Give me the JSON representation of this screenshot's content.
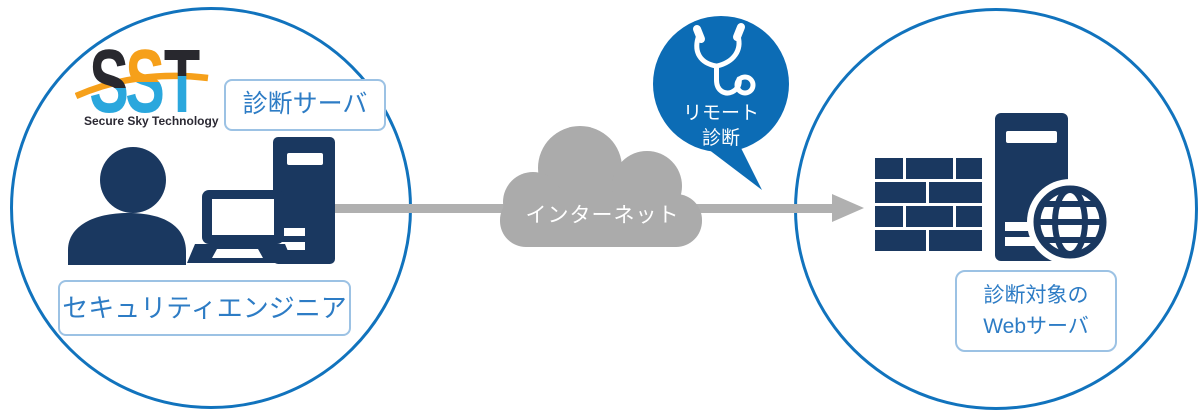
{
  "colors": {
    "circle_outline": "#1173bd",
    "icon_navy": "#1a3860",
    "label_border": "#9cc2e4",
    "label_text": "#2d7cc5",
    "bubble_blue": "#0c6cb5",
    "cloud_gray": "#ababab",
    "arrow_gray": "#b0b0b0",
    "logo_cyan": "#2aa7dd",
    "logo_orange": "#f6a01a",
    "logo_dark": "#28282e"
  },
  "left_group": {
    "logo": {
      "letters": [
        "S",
        "S",
        "T"
      ],
      "company_name": "Secure Sky Technology"
    },
    "diagnostic_server_label": "診断サーバ",
    "engineer_label": "セキュリティエンジニア",
    "icons": [
      "security-engineer-icon",
      "laptop-icon",
      "diagnostic-server-tower-icon"
    ]
  },
  "network": {
    "internet_label": "インターネット",
    "icon": "cloud-icon"
  },
  "remote_diagnosis_badge": {
    "line1": "リモート",
    "line2": "診断",
    "icon": "stethoscope-icon"
  },
  "right_group": {
    "target_label_line1": "診断対象の",
    "target_label_line2": "Webサーバ",
    "icons": [
      "firewall-icon",
      "web-server-tower-icon",
      "globe-icon"
    ]
  }
}
